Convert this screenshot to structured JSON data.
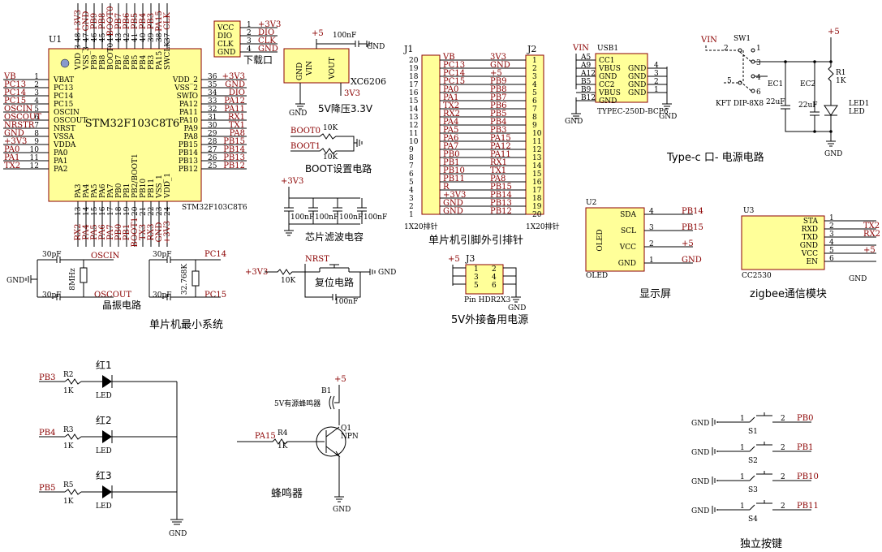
{
  "mcu": {
    "ref": "U1",
    "name": "STM32F103C8T6",
    "name_bottom": "STM32F103C8T6",
    "left_pins": [
      {
        "num": "1",
        "name": "VBAT",
        "net": "VB"
      },
      {
        "num": "2",
        "name": "PC13",
        "net": "PC13"
      },
      {
        "num": "3",
        "name": "PC14",
        "net": "PC14"
      },
      {
        "num": "4",
        "name": "PC15",
        "net": "PC15"
      },
      {
        "num": "5",
        "name": "OSCIN",
        "net": "OSCIN"
      },
      {
        "num": "6",
        "name": "OSCOUT",
        "net": "OSCOUT"
      },
      {
        "num": "7",
        "name": "NRST",
        "net": "NRSTR"
      },
      {
        "num": "8",
        "name": "VSSA",
        "net": "GND"
      },
      {
        "num": "9",
        "name": "VDDA",
        "net": "+3V3"
      },
      {
        "num": "10",
        "name": "PA0",
        "net": "PA0"
      },
      {
        "num": "11",
        "name": "PA1",
        "net": "PA1"
      },
      {
        "num": "12",
        "name": "PA2",
        "net": "TX2"
      }
    ],
    "right_pins": [
      {
        "num": "36",
        "name": "VDD_2",
        "net": "+3V3"
      },
      {
        "num": "35",
        "name": "VSS_2",
        "net": "GND"
      },
      {
        "num": "34",
        "name": "SWIO",
        "net": "DIO"
      },
      {
        "num": "33",
        "name": "PA12",
        "net": "PA12"
      },
      {
        "num": "32",
        "name": "PA11",
        "net": "PA11"
      },
      {
        "num": "31",
        "name": "PA10",
        "net": "RX1"
      },
      {
        "num": "30",
        "name": "PA9",
        "net": "TX1"
      },
      {
        "num": "29",
        "name": "PA8",
        "net": "PA8"
      },
      {
        "num": "28",
        "name": "PB15",
        "net": "PB15"
      },
      {
        "num": "27",
        "name": "PB14",
        "net": "PB14"
      },
      {
        "num": "26",
        "name": "PB13",
        "net": "PB13"
      },
      {
        "num": "25",
        "name": "PB12",
        "net": "PB12"
      }
    ],
    "top_pins": [
      {
        "num": "48",
        "name": "VDD_3",
        "net": "+3V3"
      },
      {
        "num": "47",
        "name": "VSS_3",
        "net": "GND"
      },
      {
        "num": "46",
        "name": "PB9",
        "net": "PB9"
      },
      {
        "num": "45",
        "name": "PB8",
        "net": "PB8"
      },
      {
        "num": "44",
        "name": "BOOT0",
        "net": "BOOT0"
      },
      {
        "num": "43",
        "name": "PB7",
        "net": "PB7"
      },
      {
        "num": "42",
        "name": "PB6",
        "net": "PB6"
      },
      {
        "num": "41",
        "name": "PB5",
        "net": "PB5"
      },
      {
        "num": "40",
        "name": "PB4",
        "net": "PB4"
      },
      {
        "num": "39",
        "name": "PB3",
        "net": "PB3"
      },
      {
        "num": "38",
        "name": "PA15",
        "net": "PA15"
      },
      {
        "num": "37",
        "name": "SWCLK",
        "net": "CLK"
      }
    ],
    "bottom_pins": [
      {
        "num": "13",
        "name": "PA3",
        "net": "RX2"
      },
      {
        "num": "14",
        "name": "PA4",
        "net": "PA4"
      },
      {
        "num": "15",
        "name": "PA5",
        "net": "PA5"
      },
      {
        "num": "16",
        "name": "PA6",
        "net": "PA6"
      },
      {
        "num": "17",
        "name": "PA7",
        "net": "PA7"
      },
      {
        "num": "18",
        "name": "PB0",
        "net": "PB0"
      },
      {
        "num": "19",
        "name": "PB1",
        "net": "PB1"
      },
      {
        "num": "20",
        "name": "PB2/BOOT1",
        "net": "BOOT1"
      },
      {
        "num": "21",
        "name": "PB10",
        "net": "TX3"
      },
      {
        "num": "22",
        "name": "PB11",
        "net": "RX3"
      },
      {
        "num": "23",
        "name": "VSS_1",
        "net": "GND"
      },
      {
        "num": "24",
        "name": "VDD_1",
        "net": "+3V3"
      }
    ]
  },
  "download": {
    "title": "下载口",
    "pins": [
      {
        "num": "1",
        "name": "VCC",
        "net": "+3V3"
      },
      {
        "num": "2",
        "name": "DIO",
        "net": "DIO"
      },
      {
        "num": "3",
        "name": "CLK",
        "net": "CLK"
      },
      {
        "num": "4",
        "name": "GND",
        "net": "GND"
      }
    ]
  },
  "regulator": {
    "name": "XC6206",
    "title": "5V降压3.3V",
    "vin": "VIN",
    "vout": "VOUT",
    "gnd": "GND",
    "in_net": "+5",
    "out_net": "3V3",
    "cap": "100nF",
    "gnd_net": "GND"
  },
  "boot": {
    "title": "BOOT设置电路",
    "nets": [
      "BOOT0",
      "BOOT1"
    ],
    "res": [
      "10K",
      "10K"
    ]
  },
  "filter": {
    "title": "芯片滤波电容",
    "net": "+3V3",
    "caps": [
      "100nF",
      "100nF",
      "100nF",
      "100nF"
    ]
  },
  "crystal": {
    "title": "晶振电路",
    "main": {
      "freq": "8MHz",
      "net_in": "OSCIN",
      "net_out": "OSCOUT",
      "caps": [
        "30pF",
        "30pF"
      ]
    },
    "rtc": {
      "freq": "32.768K",
      "net_in": "PC14",
      "net_out": "PC15",
      "caps": [
        "30pF",
        "30pF"
      ]
    },
    "gnd": "GND"
  },
  "reset": {
    "title": "复位电路",
    "net": "NRST",
    "pwr": "+3V3",
    "res": "10K",
    "cap": "100nF",
    "gnd": "GND"
  },
  "section_titles": {
    "min_system": "单片机最小系统",
    "header": "单片机引脚外引排针",
    "backup": "5V外接备用电源",
    "typec": "Type-c 口- 电源电路",
    "oled": "显示屏",
    "zigbee": "zigbee通信模块",
    "buzzer": "蜂鸣器",
    "keys": "独立按键"
  },
  "j1": {
    "ref": "J1",
    "footer": "1X20排针",
    "rows": [
      {
        "num": "20",
        "net": "VB"
      },
      {
        "num": "19",
        "net": "PC13"
      },
      {
        "num": "18",
        "net": "PC14"
      },
      {
        "num": "17",
        "net": "PC15"
      },
      {
        "num": "16",
        "net": "PA0"
      },
      {
        "num": "15",
        "net": "PA1"
      },
      {
        "num": "14",
        "net": "TX2"
      },
      {
        "num": "13",
        "net": "RX2"
      },
      {
        "num": "12",
        "net": "PA4"
      },
      {
        "num": "11",
        "net": "PA5"
      },
      {
        "num": "10",
        "net": "PA6"
      },
      {
        "num": "9",
        "net": "PA7"
      },
      {
        "num": "8",
        "net": "PB0"
      },
      {
        "num": "7",
        "net": "PB1"
      },
      {
        "num": "6",
        "net": "PB10"
      },
      {
        "num": "5",
        "net": "PB11"
      },
      {
        "num": "4",
        "net": "R"
      },
      {
        "num": "3",
        "net": "+3V3"
      },
      {
        "num": "2",
        "net": "GND"
      },
      {
        "num": "1",
        "net": "GND"
      }
    ]
  },
  "j2": {
    "ref": "J2",
    "footer": "1X20排针",
    "rows": [
      {
        "num": "1",
        "net": "3V3"
      },
      {
        "num": "2",
        "net": "GND"
      },
      {
        "num": "3",
        "net": "+5"
      },
      {
        "num": "4",
        "net": "PB9"
      },
      {
        "num": "5",
        "net": "PB8"
      },
      {
        "num": "6",
        "net": "PB7"
      },
      {
        "num": "7",
        "net": "PB6"
      },
      {
        "num": "8",
        "net": "PB5"
      },
      {
        "num": "9",
        "net": "PB4"
      },
      {
        "num": "10",
        "net": "PB3"
      },
      {
        "num": "11",
        "net": "PA15"
      },
      {
        "num": "12",
        "net": "PA12"
      },
      {
        "num": "13",
        "net": "PA11"
      },
      {
        "num": "14",
        "net": "RX1"
      },
      {
        "num": "15",
        "net": "TX1"
      },
      {
        "num": "16",
        "net": "PA8"
      },
      {
        "num": "17",
        "net": "PB15"
      },
      {
        "num": "18",
        "net": "PB14"
      },
      {
        "num": "19",
        "net": "PB13"
      },
      {
        "num": "20",
        "net": "PB12"
      }
    ]
  },
  "j3": {
    "ref": "J3",
    "footer": "Pin HDR2X3",
    "pins": [
      "1",
      "2",
      "3",
      "4",
      "5",
      "6"
    ],
    "pwr": "+5",
    "gnd": "GND"
  },
  "usb": {
    "ref": "USB1",
    "part": "TYPEC-250D-BCP6",
    "left": [
      {
        "pin": "A5",
        "name": "CC1"
      },
      {
        "pin": "A9",
        "name": "VBUS"
      },
      {
        "pin": "A12",
        "name": "GND"
      },
      {
        "pin": "B5",
        "name": "CC2"
      },
      {
        "pin": "B9",
        "name": "VBUS"
      },
      {
        "pin": "B12",
        "name": "GND"
      }
    ],
    "right": [
      {
        "num": "4",
        "name": "GND"
      },
      {
        "num": "3",
        "name": "GND"
      },
      {
        "num": "2",
        "name": "GND"
      },
      {
        "num": "1",
        "name": "GND"
      }
    ],
    "vin": "VIN",
    "gnd": "GND"
  },
  "power": {
    "sw": "SW1",
    "sw_part": "KFT DIP-8X8",
    "vin": "VIN",
    "pwr": "+5",
    "pins": [
      "1",
      "2",
      "3",
      "4",
      "5",
      "6"
    ],
    "ec1": "EC1",
    "ec1_val": "22uF",
    "ec2": "EC2",
    "ec2_val": "22uF",
    "r1": "R1",
    "r1_val": "1K",
    "led": "LED1",
    "led_lbl": "LED",
    "gnd": "GND"
  },
  "oled": {
    "ref": "U2",
    "name": "OLED",
    "foot": "OLED",
    "pins": [
      {
        "num": "4",
        "name": "SDA",
        "net": "PB14"
      },
      {
        "num": "3",
        "name": "SCL",
        "net": "PB15"
      },
      {
        "num": "2",
        "name": "VCC",
        "net": "+5"
      },
      {
        "num": "1",
        "name": "GND",
        "net": "GND"
      }
    ]
  },
  "zigbee": {
    "ref": "U3",
    "foot": "CC2530",
    "pins": [
      {
        "num": "1",
        "name": "STA",
        "net": ""
      },
      {
        "num": "2",
        "name": "RXD",
        "net": "TX2"
      },
      {
        "num": "3",
        "name": "TXD",
        "net": "RX2"
      },
      {
        "num": "4",
        "name": "GND",
        "net": ""
      },
      {
        "num": "5",
        "name": "VCC",
        "net": "+5"
      },
      {
        "num": "6",
        "name": "EN",
        "net": ""
      }
    ],
    "gnd": "GND"
  },
  "leds": [
    {
      "name": "红1",
      "net": "PB3",
      "res": "R2",
      "val": "1K",
      "type": "LED"
    },
    {
      "name": "红2",
      "net": "PB4",
      "res": "R3",
      "val": "1K",
      "type": "LED"
    },
    {
      "name": "红3",
      "net": "PB5",
      "res": "R5",
      "val": "1K",
      "type": "LED"
    }
  ],
  "led_gnd": "GND",
  "buzzer": {
    "ref": "B1",
    "lbl": "5V有源蜂鸣器",
    "pwr": "+5",
    "net": "PA15",
    "res": "R4",
    "res_val": "1K",
    "q": "Q1",
    "q_type": "NPN",
    "gnd": "GND"
  },
  "keys": [
    {
      "ref": "S1",
      "net": "PB0",
      "gnd": "GND"
    },
    {
      "ref": "S2",
      "net": "PB1",
      "gnd": "GND"
    },
    {
      "ref": "S3",
      "net": "PB10",
      "gnd": "GND"
    },
    {
      "ref": "S4",
      "net": "PB11",
      "gnd": "GND"
    }
  ],
  "key_pin_a": "1",
  "key_pin_b": "2"
}
